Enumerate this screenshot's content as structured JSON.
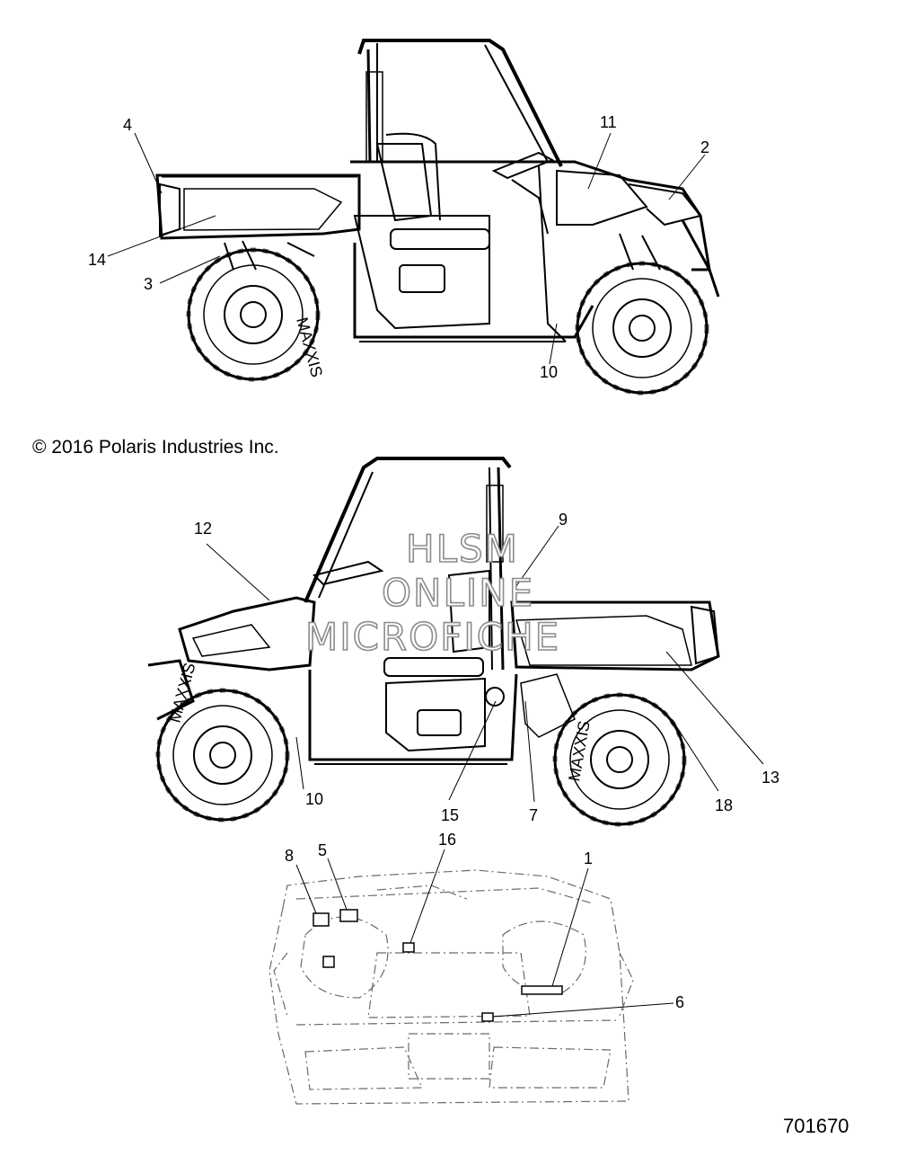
{
  "copyright": "© 2016 Polaris Industries Inc.",
  "figure_number": "701670",
  "watermark": {
    "line1": "HLSM",
    "line2": "ONLINE",
    "line3": "MICROFICHE"
  },
  "tire_brand": "MAXXIS",
  "callouts": {
    "top": [
      "4",
      "14",
      "3",
      "11",
      "2",
      "10"
    ],
    "middle": [
      "12",
      "9",
      "13",
      "18",
      "7",
      "15",
      "10"
    ],
    "bottom": [
      "8",
      "5",
      "16",
      "1",
      "6"
    ]
  }
}
